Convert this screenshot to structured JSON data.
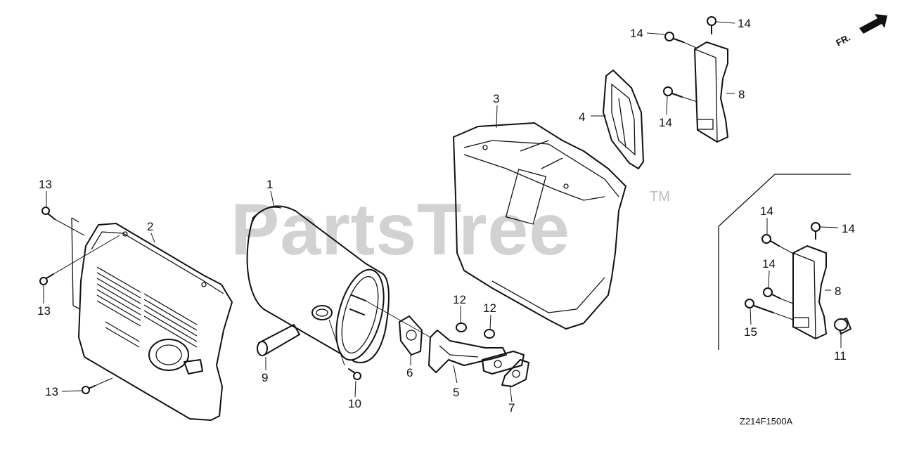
{
  "diagram": {
    "watermark": "PartsTree",
    "watermark_tm": "TM",
    "front_indicator": "FR.",
    "diagram_code": "Z214F1500A",
    "callouts": [
      {
        "id": "label-1",
        "text": "1"
      },
      {
        "id": "label-2",
        "text": "2"
      },
      {
        "id": "label-3",
        "text": "3"
      },
      {
        "id": "label-4",
        "text": "4"
      },
      {
        "id": "label-5",
        "text": "5"
      },
      {
        "id": "label-6",
        "text": "6"
      },
      {
        "id": "label-7",
        "text": "7"
      },
      {
        "id": "label-8-upper",
        "text": "8"
      },
      {
        "id": "label-8-lower",
        "text": "8"
      },
      {
        "id": "label-9",
        "text": "9"
      },
      {
        "id": "label-10",
        "text": "10"
      },
      {
        "id": "label-11",
        "text": "11"
      },
      {
        "id": "label-12-left",
        "text": "12"
      },
      {
        "id": "label-12-right",
        "text": "12"
      },
      {
        "id": "label-13-top",
        "text": "13"
      },
      {
        "id": "label-13-mid",
        "text": "13"
      },
      {
        "id": "label-13-bottom",
        "text": "13"
      },
      {
        "id": "label-14-a",
        "text": "14"
      },
      {
        "id": "label-14-b",
        "text": "14"
      },
      {
        "id": "label-14-c",
        "text": "14"
      },
      {
        "id": "label-14-d",
        "text": "14"
      },
      {
        "id": "label-14-e",
        "text": "14"
      },
      {
        "id": "label-14-f",
        "text": "14"
      },
      {
        "id": "label-15",
        "text": "15"
      }
    ]
  }
}
